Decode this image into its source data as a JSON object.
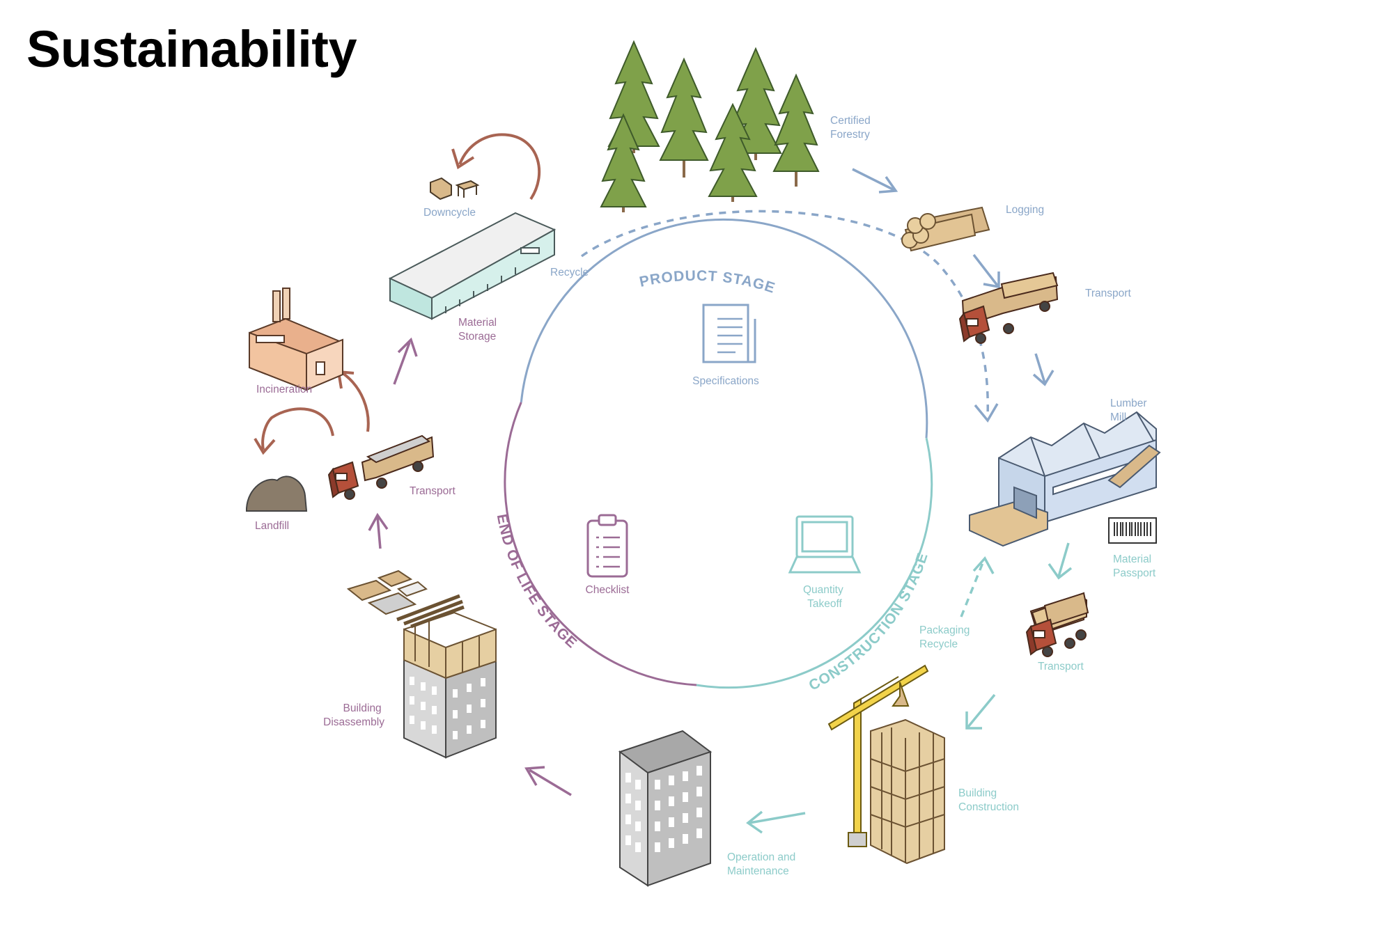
{
  "title": "Sustainability",
  "colors": {
    "product": "#8aa6c8",
    "construction": "#8ccbc9",
    "end_of_life": "#9b6b95",
    "downcycle": "#a86452"
  },
  "stages": {
    "product": "PRODUCT STAGE",
    "construction": "CONSTRUCTION STAGE",
    "end_of_life": "END OF LIFE STAGE"
  },
  "center_items": {
    "specifications": "Specifications",
    "checklist": "Checklist",
    "quantity_takeoff": [
      "Quantity",
      "Takeoff"
    ]
  },
  "steps": {
    "certified_forestry": [
      "Certified",
      "Forestry"
    ],
    "logging": "Logging",
    "transport_product": "Transport",
    "lumber_mill": [
      "Lumber",
      "Mill"
    ],
    "material_passport": [
      "Material",
      "Passport"
    ],
    "transport_construction": "Transport",
    "packaging_recycle": [
      "Packaging",
      "Recycle"
    ],
    "building_construction": [
      "Building",
      "Construction"
    ],
    "operation_maintenance": [
      "Operation and",
      "Maintenance"
    ],
    "building_disassembly": [
      "Building",
      "Disassembly"
    ],
    "transport_end": "Transport",
    "landfill": "Landfill",
    "incineration": "Incineration",
    "material_storage": [
      "Material",
      "Storage"
    ],
    "recycle": "Recycle",
    "downcycle": "Downcycle"
  },
  "icons": [
    "trees-icon",
    "logs-icon",
    "truck-icon",
    "mill-icon",
    "barcode-icon",
    "crane-icon",
    "timber-frame-icon",
    "office-building-icon",
    "factory-icon",
    "landfill-icon",
    "warehouse-icon",
    "furniture-icon",
    "document-icon",
    "clipboard-icon",
    "laptop-icon"
  ]
}
